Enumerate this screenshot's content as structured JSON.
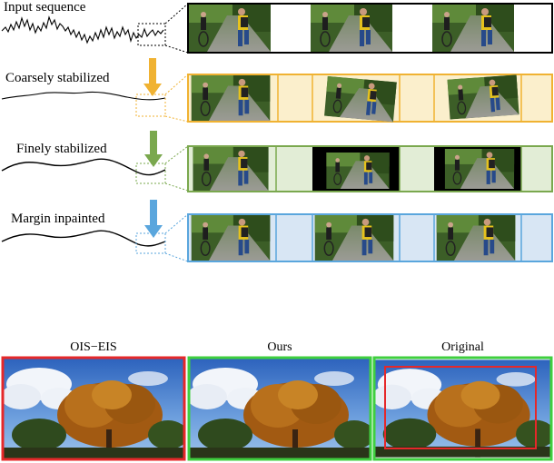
{
  "rows": [
    {
      "label": "Input sequence",
      "color": "#000000",
      "fill": "#ffffff"
    },
    {
      "label": "Coarsely stabilized",
      "color": "#f0b232",
      "fill": "#fbefcc"
    },
    {
      "label": "Finely stabilized",
      "color": "#7aa84e",
      "fill": "#e2edd6"
    },
    {
      "label": "Margin inpainted",
      "color": "#5aa6dd",
      "fill": "#d8e6f4"
    }
  ],
  "comparison": [
    {
      "caption": "OIS−EIS",
      "border_color": "#e5282a"
    },
    {
      "caption": "Ours",
      "border_color": "#3fcf3f"
    },
    {
      "caption": "Original",
      "border_color": "#3fcf3f",
      "inner_box_color": "#e5282a"
    }
  ],
  "icons": [
    "video-frame-icon",
    "down-arrow-icon",
    "trajectory-curve-icon",
    "tree-photo-icon"
  ]
}
